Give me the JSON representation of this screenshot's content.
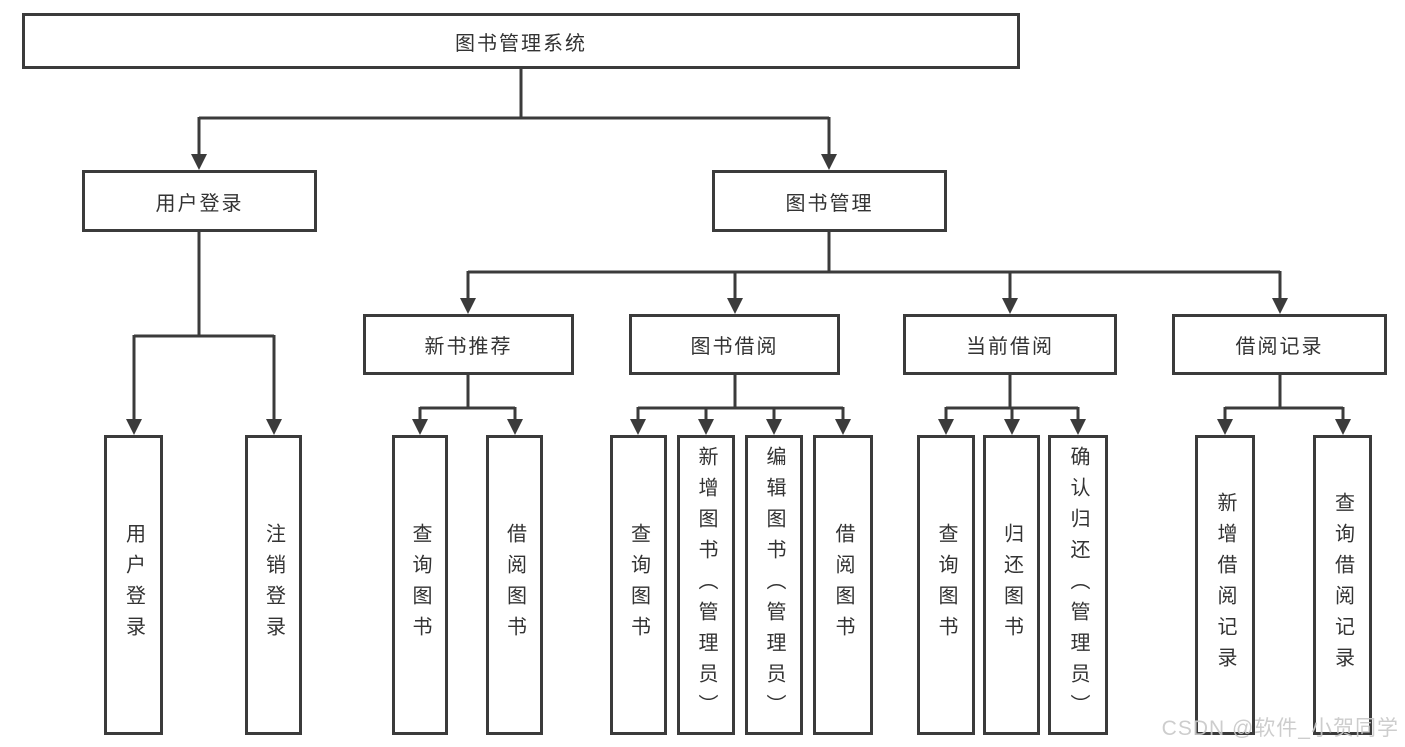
{
  "nodes": {
    "root": "图书管理系统",
    "user_login": "用户登录",
    "book_mgmt": "图书管理",
    "new_book_rec": "新书推荐",
    "book_borrow": "图书借阅",
    "current_borrow": "当前借阅",
    "borrow_records": "借阅记录",
    "leaf_user_login": "用户登录",
    "leaf_logout": "注销登录",
    "leaf_nbr_query": "查询图书",
    "leaf_nbr_borrow": "借阅图书",
    "leaf_bb_query": "查询图书",
    "leaf_bb_add": "新增图书（管理员）",
    "leaf_bb_edit": "编辑图书（管理员）",
    "leaf_bb_borrow": "借阅图书",
    "leaf_cb_query": "查询图书",
    "leaf_cb_return": "归还图书",
    "leaf_cb_confirm": "确认归还（管理员）",
    "leaf_br_add": "新增借阅记录",
    "leaf_br_query": "查询借阅记录"
  },
  "tree": {
    "图书管理系统": {
      "用户登录": [
        "用户登录",
        "注销登录"
      ],
      "图书管理": {
        "新书推荐": [
          "查询图书",
          "借阅图书"
        ],
        "图书借阅": [
          "查询图书",
          "新增图书（管理员）",
          "编辑图书（管理员）",
          "借阅图书"
        ],
        "当前借阅": [
          "查询图书",
          "归还图书",
          "确认归还（管理员）"
        ],
        "借阅记录": [
          "新增借阅记录",
          "查询借阅记录"
        ]
      }
    }
  },
  "watermark": {
    "text": "CSDN @软件_小贺同学"
  },
  "colors": {
    "line": "#3b3b3b",
    "text": "#333333",
    "watermark": "#c9c9c9",
    "background": "#ffffff"
  }
}
